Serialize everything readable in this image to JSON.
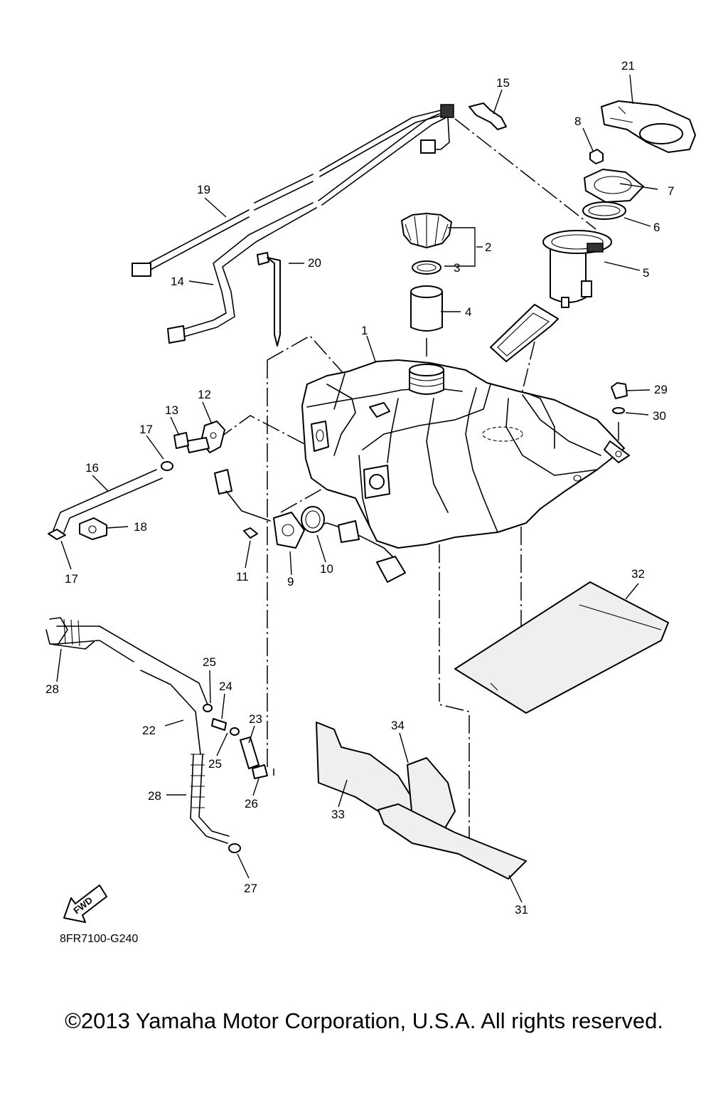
{
  "diagram": {
    "part_labels": [
      "1",
      "2",
      "3",
      "4",
      "5",
      "6",
      "7",
      "8",
      "9",
      "10",
      "11",
      "12",
      "13",
      "14",
      "15",
      "16",
      "17",
      "17",
      "18",
      "19",
      "20",
      "21",
      "22",
      "23",
      "24",
      "25",
      "25",
      "26",
      "27",
      "28",
      "28",
      "29",
      "30",
      "31",
      "32",
      "33",
      "34"
    ],
    "figure_code": "8FR7100-G240",
    "forward_badge": "FWD",
    "copyright": "©2013 Yamaha Motor Corporation, U.S.A. All rights reserved."
  }
}
